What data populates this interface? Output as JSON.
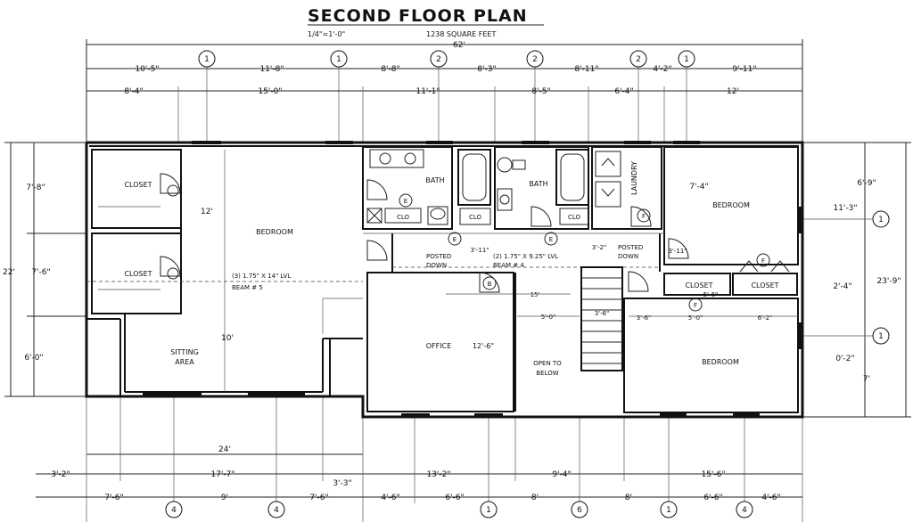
{
  "title": "SECOND FLOOR PLAN",
  "scale": "1/4\"=1'-0\"",
  "area": "1238 SQUARE FEET",
  "overall_width": "62'",
  "top_dims_row1": [
    "10'-5\"",
    "11'-8\"",
    "8'-8\"",
    "8'-3\"",
    "8'-11\"",
    "4'-2\"",
    "9'-11\""
  ],
  "top_dims_row2": [
    "8'-4\"",
    "15'-0\"",
    "11'-1\"",
    "8'-5\"",
    "6'-4\"",
    "12'"
  ],
  "top_bubbles": [
    "1",
    "1",
    "2",
    "2",
    "2",
    "1"
  ],
  "left_dims": [
    "7'-8\"",
    "22'",
    "7'-6\"",
    "6'-0\""
  ],
  "right_dims": [
    "6'-9\"",
    "11'-3\"",
    "2'-4\"",
    "23'-9\"",
    "0'-2\"",
    "7'"
  ],
  "right_bubbles": [
    "1",
    "1"
  ],
  "bottom_dims_row1": [
    "24'"
  ],
  "bottom_dims_row2": [
    "3'-2\"",
    "17'-7\"",
    "3'-3\"",
    "13'-2\"",
    "9'-4\"",
    "15'-6\""
  ],
  "bottom_dims_row3": [
    "7'-6\"",
    "9'",
    "7'-6\"",
    "4'-6\"",
    "6'-6\"",
    "8'",
    "8'",
    "6'-6\"",
    "4'-6\""
  ],
  "bottom_bubbles": [
    "4",
    "4",
    "1",
    "6",
    "1",
    "4"
  ],
  "rooms": {
    "closet": "CLOSET",
    "bedroom": "BEDROOM",
    "bath": "BATH",
    "laundry": "LAUNDRY",
    "office": "OFFICE",
    "sitting": "SITTING",
    "area_word": "AREA",
    "open": "OPEN TO",
    "below": "BELOW",
    "clo": "CLO"
  },
  "room_dims": {
    "bedroom1_w": "12'",
    "bedroom1_h": "10'",
    "office_w": "12'-6\"",
    "bedroom2_w": "7'-4\"",
    "stair_w": "3'-6\"",
    "hall_a": "15'",
    "hall_b": "5'-0\"",
    "closet_w": "5'-0\"",
    "br3_a": "3'-6\"",
    "br3_b": "5'-0\"",
    "br3_c": "6'-2\"",
    "hall_c": "3'-11\"",
    "hall_d": "3'-2\"",
    "hall_e": "3'-11\"",
    "clo_dim": "5'-6\""
  },
  "beams": {
    "beam5_line1": "(3) 1.75\" X 14\" LVL",
    "beam5_line2": "BEAM # 5",
    "beam4_line1": "(2) 1.75\" X 9.25\" LVL",
    "beam4_line2": "BEAM # 4",
    "posted_down": "POSTED",
    "down": "DOWN"
  },
  "door_tags": [
    "B",
    "E",
    "E",
    "F",
    "F"
  ]
}
